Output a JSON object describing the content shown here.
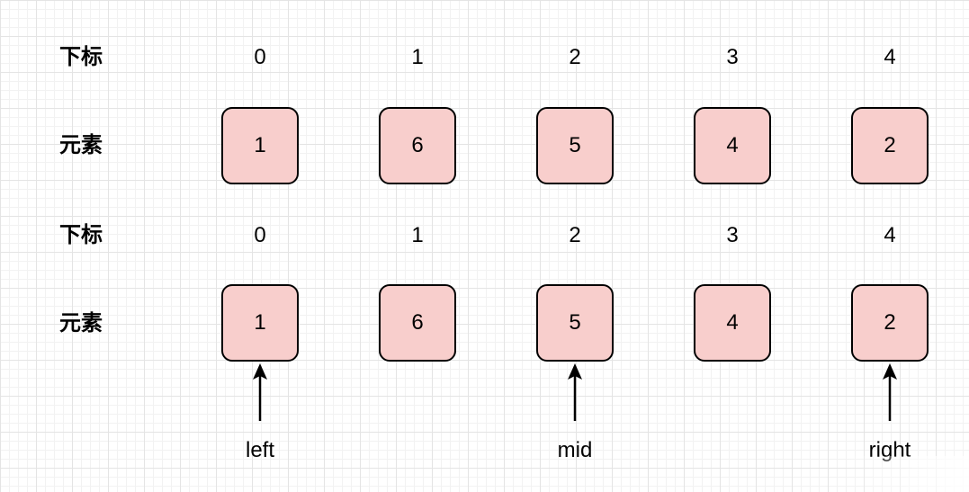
{
  "rows": [
    {
      "index_label": "下标",
      "element_label": "元素",
      "indices": [
        "0",
        "1",
        "2",
        "3",
        "4"
      ],
      "elements": [
        "1",
        "6",
        "5",
        "4",
        "2"
      ]
    },
    {
      "index_label": "下标",
      "element_label": "元素",
      "indices": [
        "0",
        "1",
        "2",
        "3",
        "4"
      ],
      "elements": [
        "1",
        "6",
        "5",
        "4",
        "2"
      ]
    }
  ],
  "pointers": {
    "left": "left",
    "mid": "mid",
    "right": "right"
  },
  "colors": {
    "cell_fill": "#f8cecc",
    "cell_border": "#000000"
  }
}
